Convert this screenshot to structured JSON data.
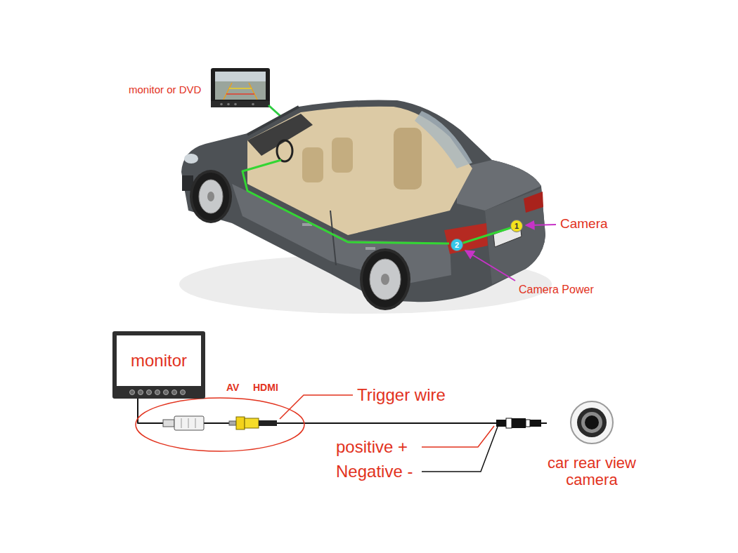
{
  "diagram": {
    "nodes": [
      {
        "text": [
          "1"
        ]
      },
      {
        "text": [
          "2"
        ]
      },
      {
        "text": [
          "monitor"
        ]
      },
      {
        "text": [
          "car rear view camera"
        ]
      }
    ],
    "edges": [
      {
        "from": 2,
        "to": 3,
        "arrow": "none"
      },
      {
        "from": 1,
        "to": 0,
        "arrow": "none"
      }
    ],
    "labels": [
      "monitor or DVD",
      "Camera",
      "Camera Power",
      "AV",
      "HDMI",
      "Trigger wire",
      "positive +",
      "Negative -"
    ]
  }
}
